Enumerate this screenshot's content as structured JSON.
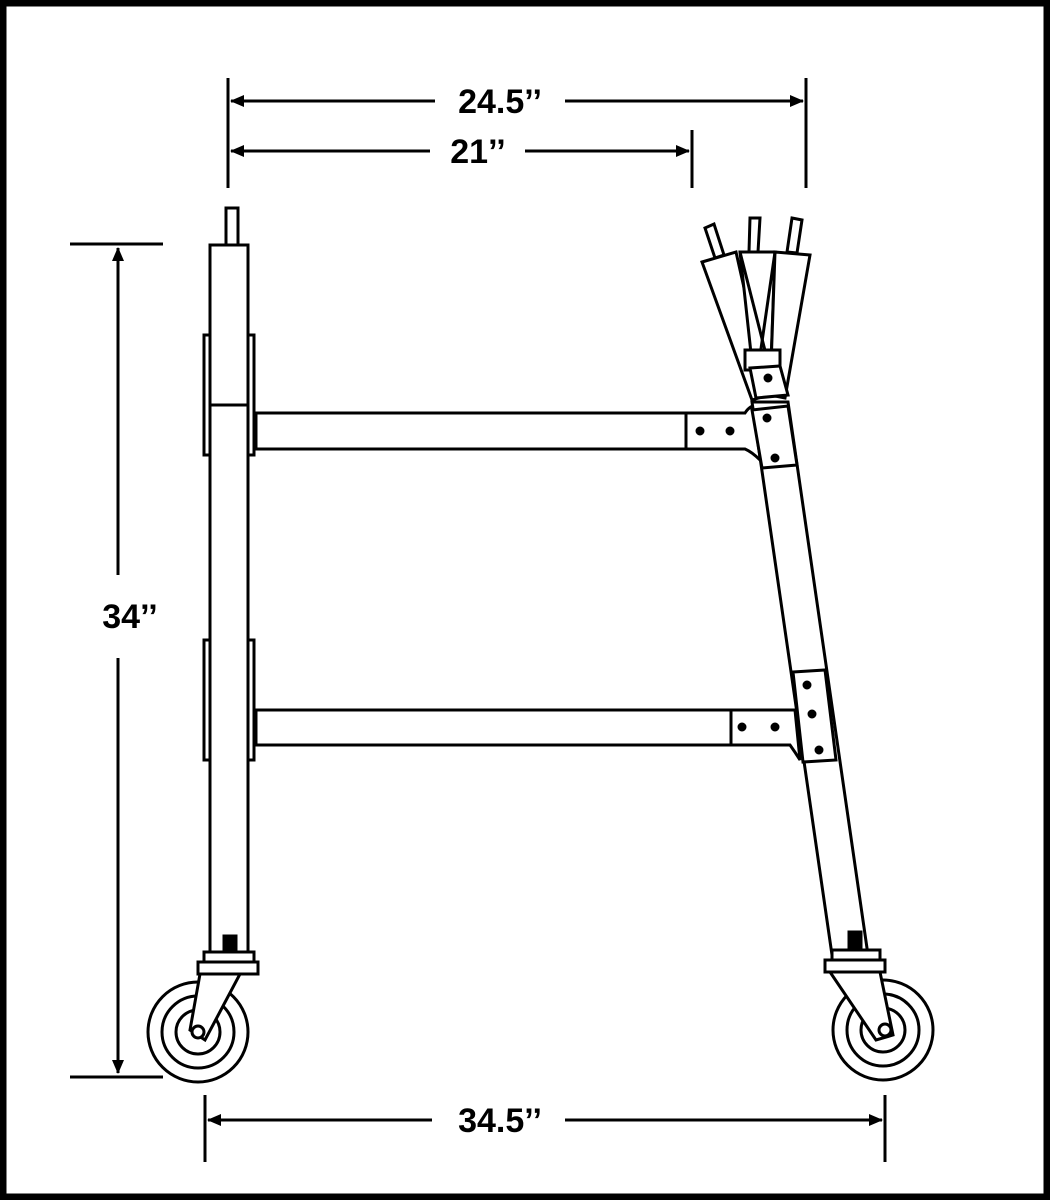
{
  "diagram": {
    "dimensions": {
      "top_overall": "24.5’’",
      "top_inner": "21’’",
      "height": "34’’",
      "base_width": "34.5’’"
    }
  }
}
